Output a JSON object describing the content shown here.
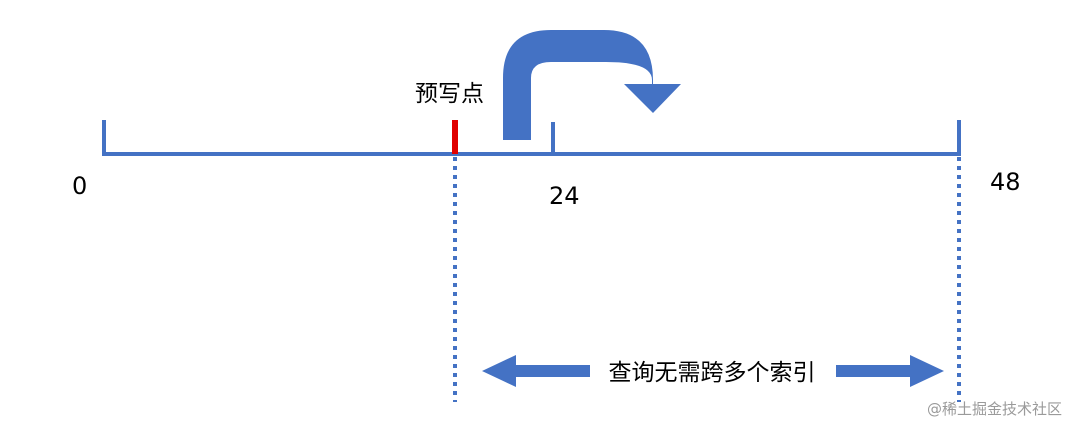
{
  "axis": {
    "ticks": [
      {
        "value": 0,
        "label": "0"
      },
      {
        "value": 24,
        "label": "24"
      },
      {
        "value": 48,
        "label": "48"
      }
    ],
    "line_color": "#4472C4"
  },
  "write_point": {
    "label": "预写点",
    "marker_color": "#E00000"
  },
  "range": {
    "label": "查询无需跨多个索引"
  },
  "watermark": "@稀土掘金技术社区"
}
